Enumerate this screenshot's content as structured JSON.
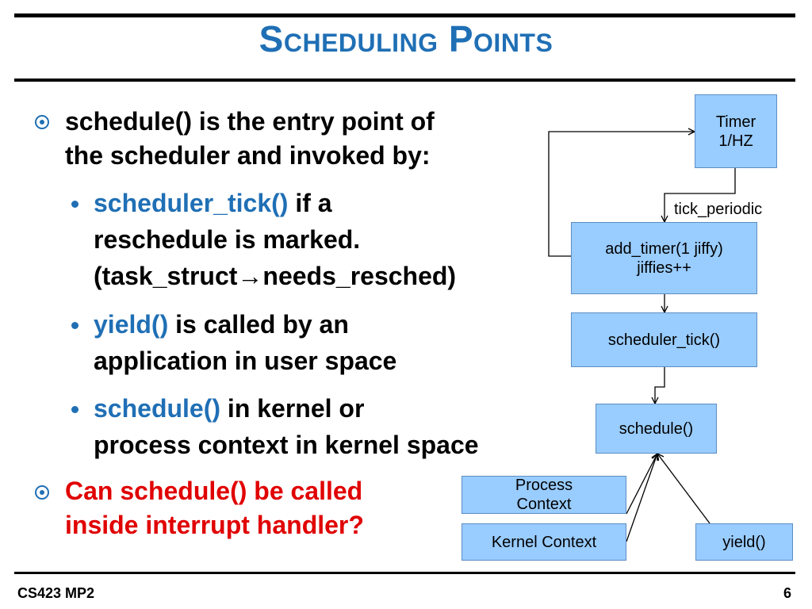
{
  "slide": {
    "title": "Scheduling Points",
    "bullets": [
      {
        "lines": [
          "schedule() is the entry point of",
          "the scheduler and invoked by:"
        ]
      },
      {
        "sub": [
          {
            "code": "scheduler_tick()",
            "text": " if a",
            "lines": [
              "reschedule is marked.",
              "(task_struct→needs_resched)"
            ]
          },
          {
            "code": "yield()",
            "text": " is called by an",
            "lines": [
              "application in user space"
            ]
          },
          {
            "code": "schedule()",
            "text": " in kernel or",
            "lines": [
              "process context in kernel space"
            ]
          }
        ]
      },
      {
        "lines": [
          "Can schedule() be called",
          "inside interrupt handler?"
        ],
        "color": "#e00000"
      }
    ]
  },
  "diagram": {
    "timer": [
      "Timer",
      "1/HZ"
    ],
    "tick_label": "tick_periodic",
    "add_timer": [
      "add_timer(1 jiffy)",
      "jiffies++"
    ],
    "scheduler_tick": "scheduler_tick()",
    "schedule": "schedule()",
    "process_context": [
      "Process",
      "Context"
    ],
    "kernel_context": "Kernel Context",
    "yield": "yield()"
  },
  "footer": {
    "left": "CS423 MP2",
    "page": "6"
  },
  "colors": {
    "accent": "#1f6fb5",
    "alert": "#e00000",
    "box_fill": "#99ccff"
  }
}
